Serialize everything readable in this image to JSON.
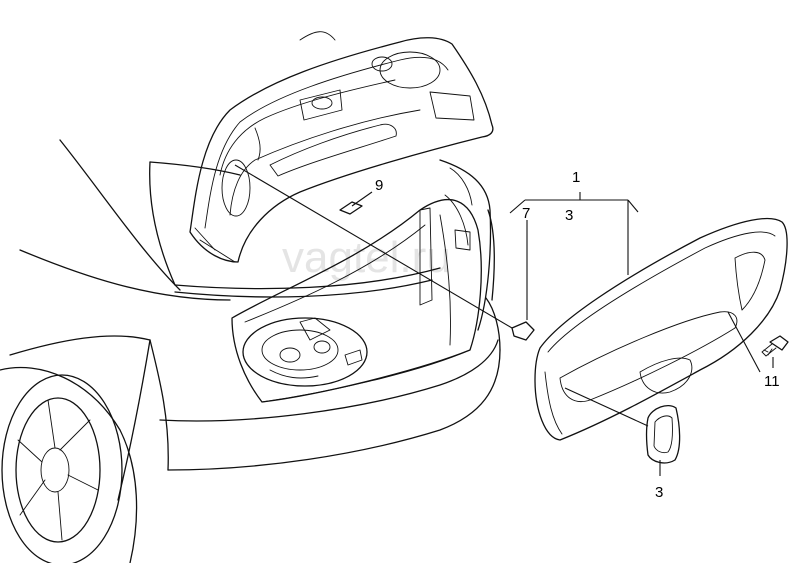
{
  "watermark": "vagtel.ru",
  "callouts": {
    "c1": "1",
    "c3_top": "3",
    "c7": "7",
    "c9": "9",
    "c11": "11",
    "c3_bottom": "3"
  }
}
